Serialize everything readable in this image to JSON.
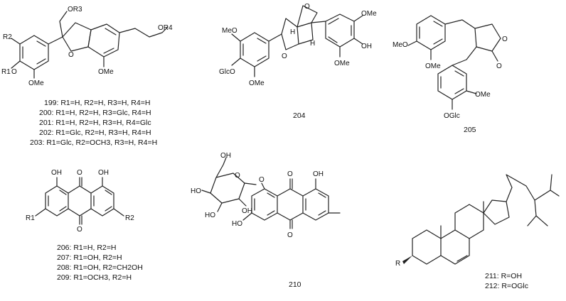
{
  "panel_a": {
    "labels": [
      "OR3",
      "OR4",
      "R2",
      "R1",
      "O",
      "O",
      "OMe",
      "OMe"
    ],
    "captions": [
      "199: R1=H, R2=H, R3=H, R4=H",
      "200: R1=H, R2=H, R3=Glc, R4=H",
      "201: R1=H, R2=H, R3=H, R4=Glc",
      "202: R1=Glc, R2=H, R3=H, R4=H",
      "203: R1=Glc, R2=OCH3, R3=H, R4=H"
    ]
  },
  "panel_b": {
    "labels": [
      "MeO",
      "GlcO",
      "OMe",
      "O",
      "O",
      "H",
      "H",
      "OMe",
      "OH",
      "OMe"
    ],
    "caption": "204"
  },
  "panel_c": {
    "labels": [
      "MeO",
      "OMe",
      "O",
      "O",
      "OMe",
      "OGlc"
    ],
    "caption": "205"
  },
  "panel_d": {
    "labels": [
      "OH",
      "O",
      "OH",
      "R1",
      "O",
      "R2"
    ],
    "captions": [
      "206: R1=H, R2=H",
      "207: R1=OH, R2=H",
      "208: R1=OH, R2=CH2OH",
      "209: R1=OCH3, R2=H"
    ]
  },
  "panel_e": {
    "labels": [
      "OH",
      "O",
      "HO",
      "HO",
      "OH",
      "O",
      "O",
      "OH",
      "HO",
      "O"
    ],
    "caption": "210"
  },
  "panel_f": {
    "labels": [
      "R"
    ],
    "captions": [
      "211: R=OH",
      "212: R=OGlc"
    ]
  }
}
